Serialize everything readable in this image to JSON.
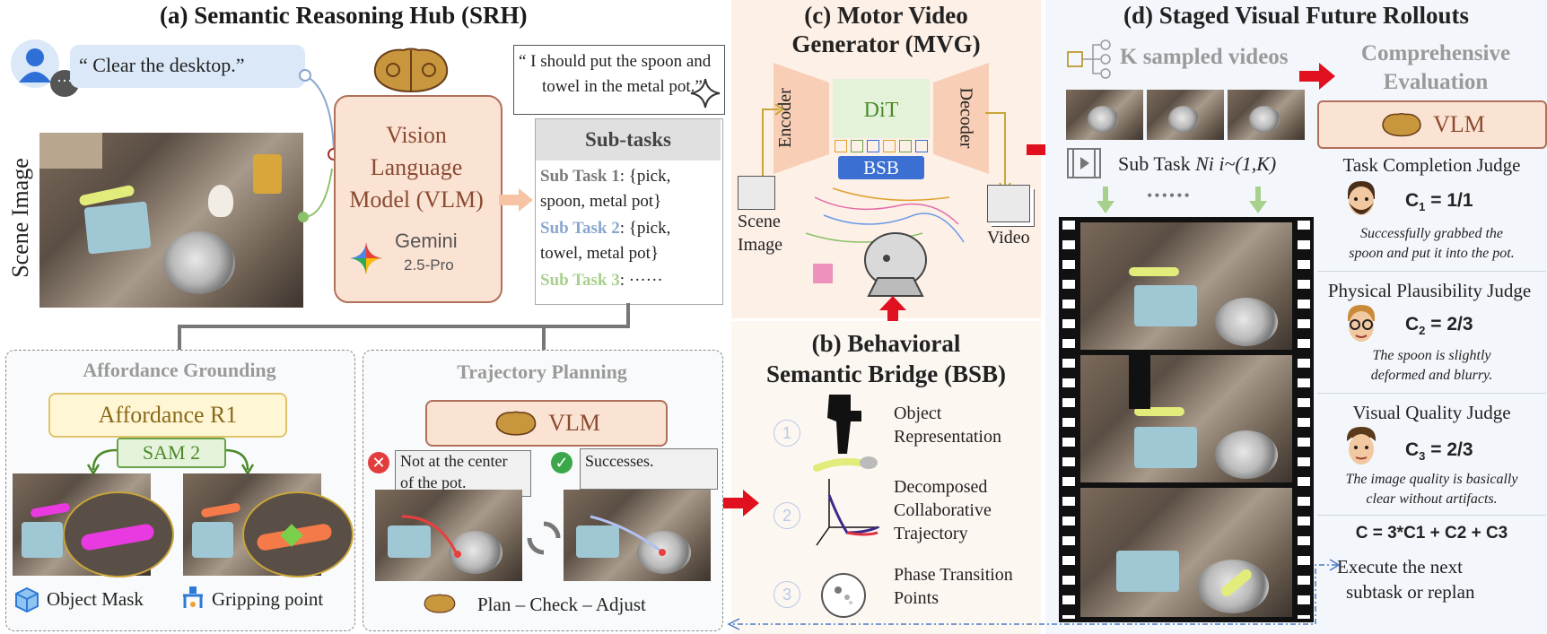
{
  "panel_a": {
    "title": "(a) Semantic Reasoning Hub (SRH)",
    "scene_label": "Scene Image",
    "instruction": "“ Clear the desktop.”",
    "vlm_label_l1": "Vision",
    "vlm_label_l2": "Language",
    "vlm_label_l3": "Model (VLM)",
    "gemini_name": "Gemini",
    "gemini_version": "2.5-Pro",
    "thought_l1": "“ I should put the spoon and",
    "thought_l2": "towel in the metal pot.”",
    "subtasks": {
      "title": "Sub-tasks",
      "t1_name": "Sub Task 1",
      "t1_l1": ": {pick,",
      "t1_l2": "spoon, metal pot}",
      "t2_name": "Sub Task 2",
      "t2_l1": ": {pick,",
      "t2_l2": "towel, metal pot}",
      "t3_name": "Sub Task 3",
      "t3_l1": ": ······"
    },
    "affordance": {
      "title": "Affordance Grounding",
      "model": "Affordance R1",
      "sam": "SAM 2",
      "mask_label": "Object Mask",
      "grip_label": "Gripping point"
    },
    "trajectory": {
      "title": "Trajectory Planning",
      "vlm": "VLM",
      "fail_l1": "Not at the center",
      "fail_l2": "of the pot.",
      "success": "Successes.",
      "loop": "Plan – Check – Adjust"
    }
  },
  "panel_c": {
    "title_l1": "(c) Motor Video",
    "title_l2": "Generator (MVG)",
    "encoder": "Encoder",
    "decoder": "Decoder",
    "dit": "DiT",
    "bsb": "BSB",
    "scene_l1": "Scene",
    "scene_l2": "Image",
    "video": "Video"
  },
  "panel_b": {
    "title_l1": "(b) Behavioral",
    "title_l2": "Semantic Bridge (BSB)",
    "items": [
      {
        "num": "1",
        "l1": "Object",
        "l2": "Representation",
        "l3": ""
      },
      {
        "num": "2",
        "l1": "Decomposed",
        "l2": "Collaborative",
        "l3": "Trajectory"
      },
      {
        "num": "3",
        "l1": "Phase Transition",
        "l2": "Points",
        "l3": ""
      }
    ]
  },
  "panel_d": {
    "title": "(d) Staged Visual Future Rollouts",
    "k_videos": "K sampled videos",
    "eval_l1": "Comprehensive",
    "eval_l2": "Evaluation",
    "vlm": "VLM",
    "subtask_prefix": "Sub Task ",
    "subtask_var": "Ni i~(1,K)",
    "dots": "••••••",
    "judges": [
      {
        "name": "Task Completion Judge",
        "score_main": "C",
        "score_sub": "1",
        "score_val": " = 1/1",
        "note_l1": "Successfully grabbed the",
        "note_l2": "spoon and put it into the pot."
      },
      {
        "name": "Physical Plausibility Judge",
        "score_main": "C",
        "score_sub": "2",
        "score_val": " = 2/3",
        "note_l1": "The spoon is slightly",
        "note_l2": "deformed and blurry."
      },
      {
        "name": "Visual Quality Judge",
        "score_main": "C",
        "score_sub": "3",
        "score_val": " = 2/3",
        "note_l1": "The image quality is basically",
        "note_l2": "clear without artifacts."
      }
    ],
    "formula": "C = 3*C1 + C2 + C3",
    "next_l1": "Execute the next",
    "next_l2": "subtask or replan"
  },
  "colors": {
    "vlm_fill": "#fbe3d4",
    "vlm_border": "#b0705a",
    "affordance_fill": "#fff6d6",
    "affordance_border": "#e0c46a",
    "sam_fill": "#e6f3dc",
    "sam_border": "#6aa24a",
    "bsb_blue": "#3b6fd1",
    "dit_green": "#e3f2d8",
    "red_arrow": "#e0101e",
    "task1": "#7a7a7a",
    "task2": "#8aa6cf",
    "task3": "#a8d08d"
  }
}
